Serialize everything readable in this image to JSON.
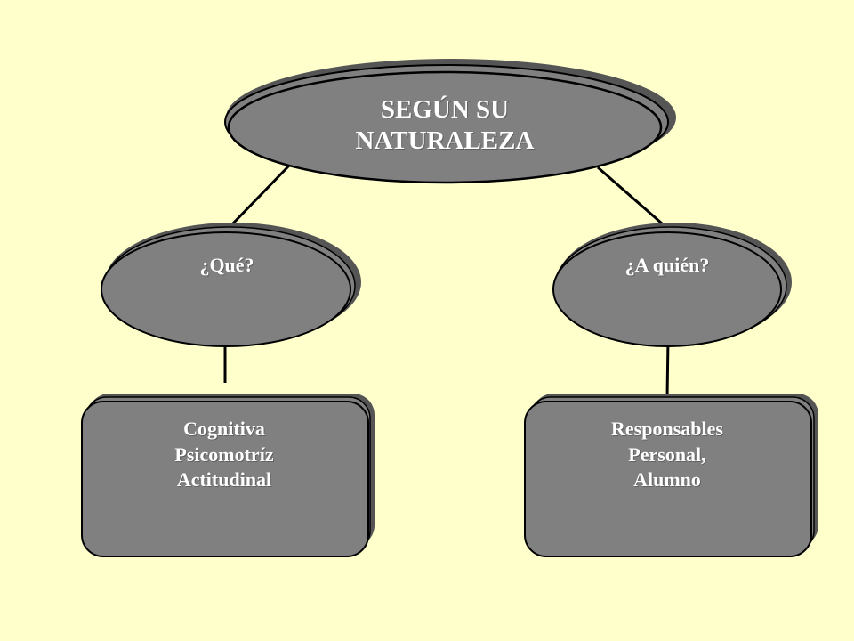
{
  "colors": {
    "background": "#FFFFCC",
    "node_fill": "#808080",
    "node_shadow": "#555555",
    "stroke": "#000000",
    "text": "#FFFFFF"
  },
  "nodes": {
    "root": {
      "lines": [
        "SEGÚN  SU",
        "NATURALEZA"
      ]
    },
    "left": {
      "label": "¿Qué?"
    },
    "right": {
      "label": "¿A quién?"
    },
    "left_box": {
      "lines": [
        "Cognitiva",
        "Psicomotríz",
        "Actitudinal"
      ]
    },
    "right_box": {
      "lines": [
        "Responsables",
        "Personal,",
        "Alumno"
      ]
    }
  }
}
